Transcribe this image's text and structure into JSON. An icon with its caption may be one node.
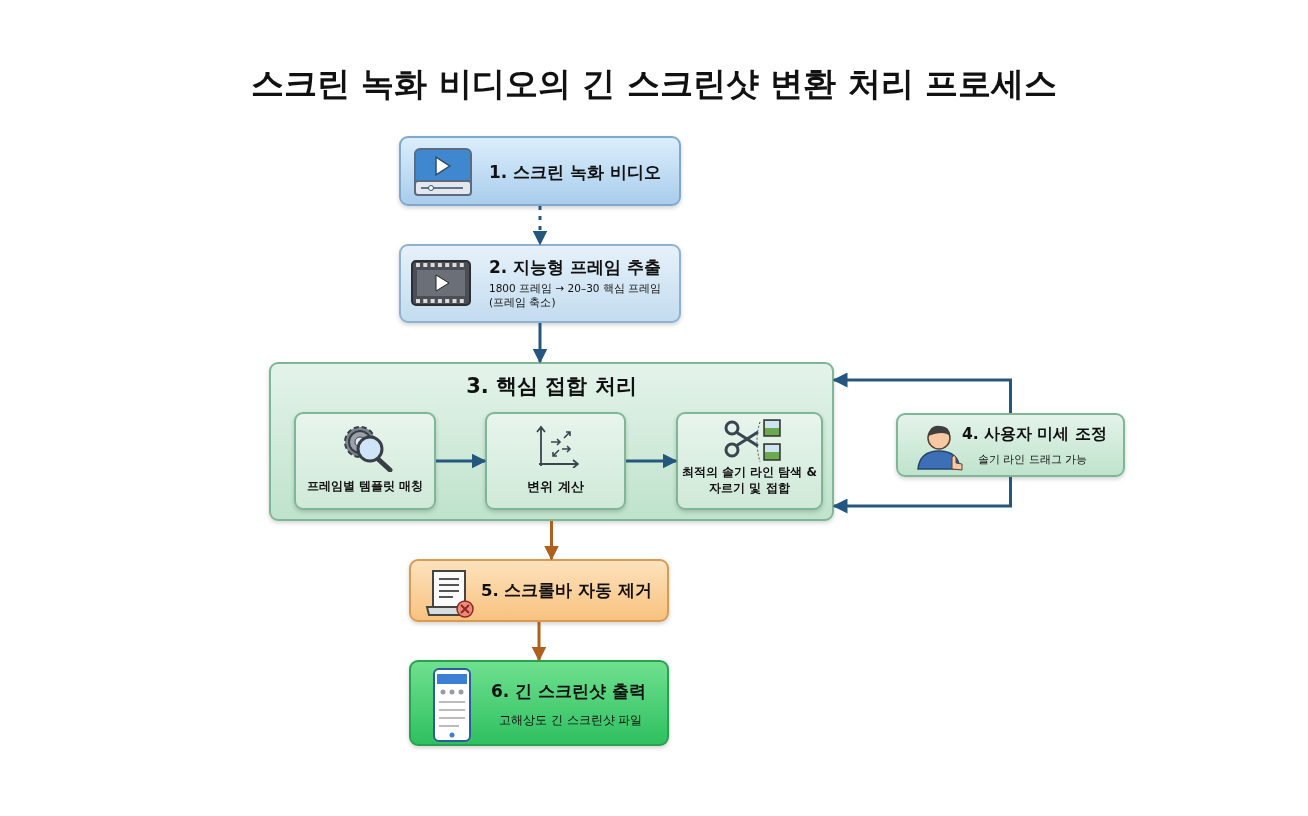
{
  "diagram": {
    "title": "스크린 녹화 비디오의 긴 스크린샷 변환 처리 프로세스",
    "nodes": [
      {
        "text": [
          "1. 스크린 녹화 비디오"
        ]
      },
      {
        "text": [
          "2. 지능형 프레임 추출",
          "1800 프레임 → 20–30 핵심 프레임 (프레임 축소)"
        ]
      },
      {
        "text": [
          "3. 핵심 접합 처리"
        ]
      },
      {
        "text": [
          "프레임별 템플릿 매칭"
        ],
        "in": 2
      },
      {
        "text": [
          "변위 계산"
        ],
        "in": 2
      },
      {
        "text": [
          "최적의 솔기 라인 탐색 & 자르기 및 접합"
        ],
        "in": 2
      },
      {
        "text": [
          "4. 사용자 미세 조정",
          "솔기 라인 드래그 가능"
        ]
      },
      {
        "text": [
          "5. 스크롤바 자동 제거"
        ]
      },
      {
        "text": [
          "6. 긴 스크린샷 출력",
          "고해상도 긴 스크린샷 파일"
        ]
      }
    ],
    "edges": [
      {
        "from": 0,
        "to": 1,
        "arrow": "to",
        "style": "dashed"
      },
      {
        "from": 1,
        "to": 2,
        "arrow": "to"
      },
      {
        "from": 3,
        "to": 4,
        "arrow": "to"
      },
      {
        "from": 4,
        "to": 5,
        "arrow": "to"
      },
      {
        "from": 6,
        "to": 2,
        "arrow": "to"
      },
      {
        "from": 6,
        "to": 2,
        "arrow": "to"
      },
      {
        "from": 2,
        "to": 7,
        "arrow": "to",
        "color": "#b0601e"
      },
      {
        "from": 7,
        "to": 8,
        "arrow": "to",
        "color": "#b0601e"
      }
    ]
  }
}
